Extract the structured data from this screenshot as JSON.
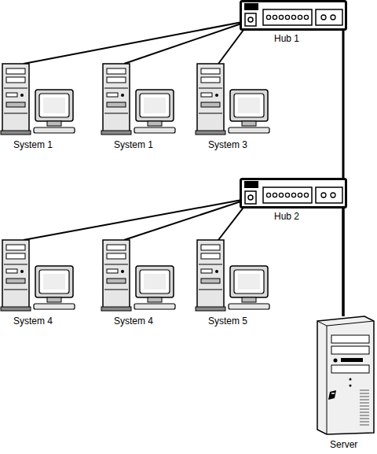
{
  "diagram": {
    "nodes": [
      {
        "text": [
          "Hub 1"
        ]
      },
      {
        "text": [
          "System 1"
        ]
      },
      {
        "text": [
          "System 1"
        ]
      },
      {
        "text": [
          "System 3"
        ]
      },
      {
        "text": [
          "Hub 2"
        ]
      },
      {
        "text": [
          "System 4"
        ]
      },
      {
        "text": [
          "System 4"
        ]
      },
      {
        "text": [
          "System 5"
        ]
      },
      {
        "text": [
          "Server"
        ]
      }
    ],
    "edges": [
      {
        "from": 0,
        "to": 1,
        "arrow": "none"
      },
      {
        "from": 0,
        "to": 2,
        "arrow": "none"
      },
      {
        "from": 0,
        "to": 3,
        "arrow": "none"
      },
      {
        "from": 4,
        "to": 5,
        "arrow": "none"
      },
      {
        "from": 4,
        "to": 6,
        "arrow": "none"
      },
      {
        "from": 4,
        "to": 7,
        "arrow": "none"
      },
      {
        "from": 0,
        "to": 8,
        "arrow": "none"
      },
      {
        "from": 4,
        "to": 8,
        "arrow": "none"
      }
    ]
  }
}
